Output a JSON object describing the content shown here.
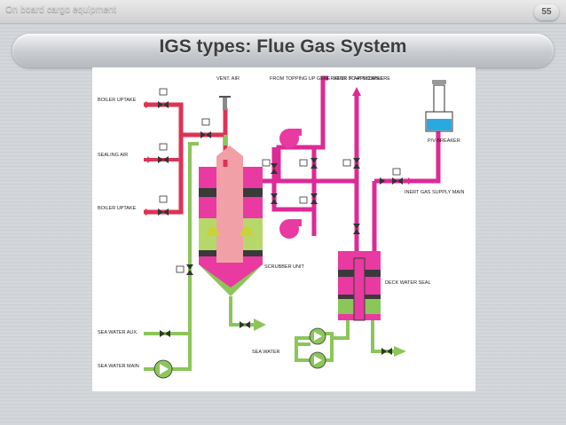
{
  "header": {
    "course_title": "On board cargo equipment",
    "page_number": "55"
  },
  "slide": {
    "title": "IGS types: Flue Gas System"
  },
  "diagram": {
    "labels": {
      "boiler_uptake_1": "BOILER UPTAKE",
      "sealing_air": "SEALING AIR",
      "boiler_uptake_2": "BOILER UPTAKE",
      "vent_air": "VENT. AIR",
      "from_topping_up": "FROM TOPPING UP GENERATOR IF APPLICABLE",
      "vent_to_atmosphere": "VENT. TO ATMOSPHERE",
      "pv_breaker": "P/V-BREAKER",
      "inert_gas_supply": "INERT GAS SUPPLY MAIN",
      "scrubber_unit": "SCRUBBER UNIT",
      "deck_water_seal": "DECK WATER SEAL",
      "sea_water_aux": "SEA WATER AUX.",
      "sea_water_main": "SEA WATER MAIN",
      "sea_water": "SEA WATER"
    },
    "colors": {
      "flue_gas": "#dd3355",
      "inert_gas": "#dd2a96",
      "water": "#8bc65a",
      "scrubber_body": "#e83aa0",
      "scrubber_packing": "#3a3a3a",
      "mist": "#c9d23c",
      "pv_water": "#2aa9e0"
    }
  }
}
